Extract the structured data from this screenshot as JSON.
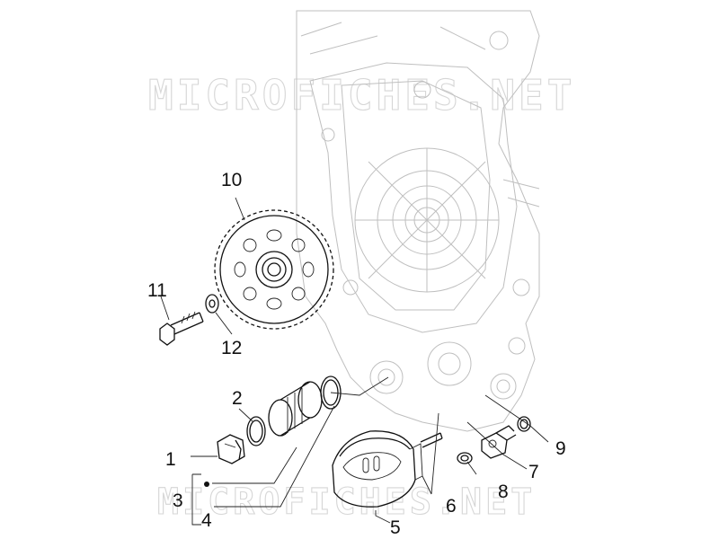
{
  "watermark": "MICROFICHES.NET",
  "callouts": [
    {
      "id": "1",
      "part": "oil-drain-plug"
    },
    {
      "id": "2",
      "part": "o-ring"
    },
    {
      "id": "3",
      "part": "filter-kit-bracket"
    },
    {
      "id": "4",
      "part": "o-ring-large"
    },
    {
      "id": "5",
      "part": "oil-filter-cartridge"
    },
    {
      "id": "6",
      "part": "filter-stud"
    },
    {
      "id": "7",
      "part": "oil-pressure-sensor"
    },
    {
      "id": "8",
      "part": "washer"
    },
    {
      "id": "9",
      "part": "sealing-ring"
    },
    {
      "id": "10",
      "part": "starter-gear"
    },
    {
      "id": "11",
      "part": "bolt"
    },
    {
      "id": "12",
      "part": "washer-small"
    }
  ]
}
